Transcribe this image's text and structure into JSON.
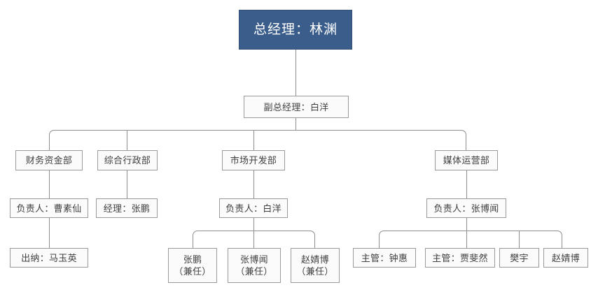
{
  "chart_title": "",
  "colors": {
    "root_fill": "#3b5d8c",
    "root_text": "#ffffff",
    "node_fill": "#fbfbfb",
    "node_border": "#9a9a9a",
    "node_text": "#404040",
    "connector": "#8f8f8f",
    "background": "#ffffff"
  },
  "org": {
    "root": {
      "label": "总经理：林渊"
    },
    "deputy": {
      "label": "副总经理：白洋"
    },
    "departments": [
      {
        "label": "财务资金部"
      },
      {
        "label": "综合行政部"
      },
      {
        "label": "市场开发部"
      },
      {
        "label": "媒体运营部"
      }
    ],
    "leads": [
      {
        "label": "负责人：曹素仙"
      },
      {
        "label": "经理：张鹏"
      },
      {
        "label": "负责人：白洋"
      },
      {
        "label": "负责人：张博闻"
      }
    ],
    "finance_staff": [
      {
        "label": "出纳：马玉英"
      }
    ],
    "market_staff": [
      {
        "line1": "张鹏",
        "line2": "（兼任）"
      },
      {
        "line1": "张博闻",
        "line2": "（兼任）"
      },
      {
        "line1": "赵婧博",
        "line2": "（兼任）"
      }
    ],
    "media_staff": [
      {
        "label": "主管：钟惠"
      },
      {
        "label": "主管：贾斐然"
      },
      {
        "label": "樊宇"
      },
      {
        "label": "赵婧博"
      }
    ]
  }
}
